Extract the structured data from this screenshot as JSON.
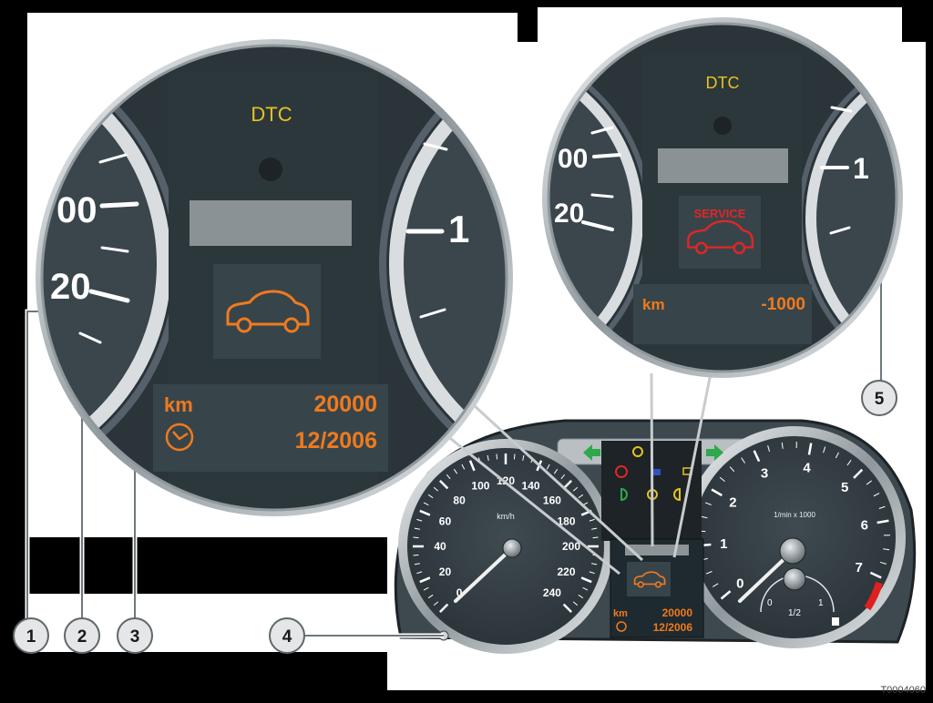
{
  "figure_id": "T0004060",
  "callouts": [
    "1",
    "2",
    "3",
    "4",
    "5"
  ],
  "zoom_left": {
    "label_dtc": "DTC",
    "scale_labels": [
      "00",
      "20",
      "1"
    ],
    "unit": "km",
    "distance": "20000",
    "date": "12/2006",
    "car_icon": "car-icon",
    "clock_icon": "clock-icon"
  },
  "zoom_right": {
    "label_dtc": "DTC",
    "scale_labels": [
      "00",
      "20",
      "1"
    ],
    "service_text": "SERVICE",
    "unit": "km",
    "distance": "-1000"
  },
  "cluster": {
    "speedo_labels": [
      "0",
      "20",
      "40",
      "60",
      "80",
      "100",
      "120",
      "140",
      "160",
      "180",
      "200",
      "220",
      "240"
    ],
    "speedo_unit": "km/h",
    "tacho_labels": [
      "0",
      "1",
      "2",
      "3",
      "4",
      "5",
      "6",
      "7"
    ],
    "tacho_unit": "1/min x 1000",
    "fuel_labels": [
      "0",
      "1/2",
      "1"
    ],
    "display_unit": "km",
    "display_distance": "20000",
    "display_date": "12/2006"
  },
  "colors": {
    "amber": "#f07a1e",
    "dtc_yellow": "#e8c21e",
    "service_red": "#e02626",
    "dial_face": "#3a454c",
    "green_arrow": "#2ea84a",
    "redline": "#e02020"
  }
}
